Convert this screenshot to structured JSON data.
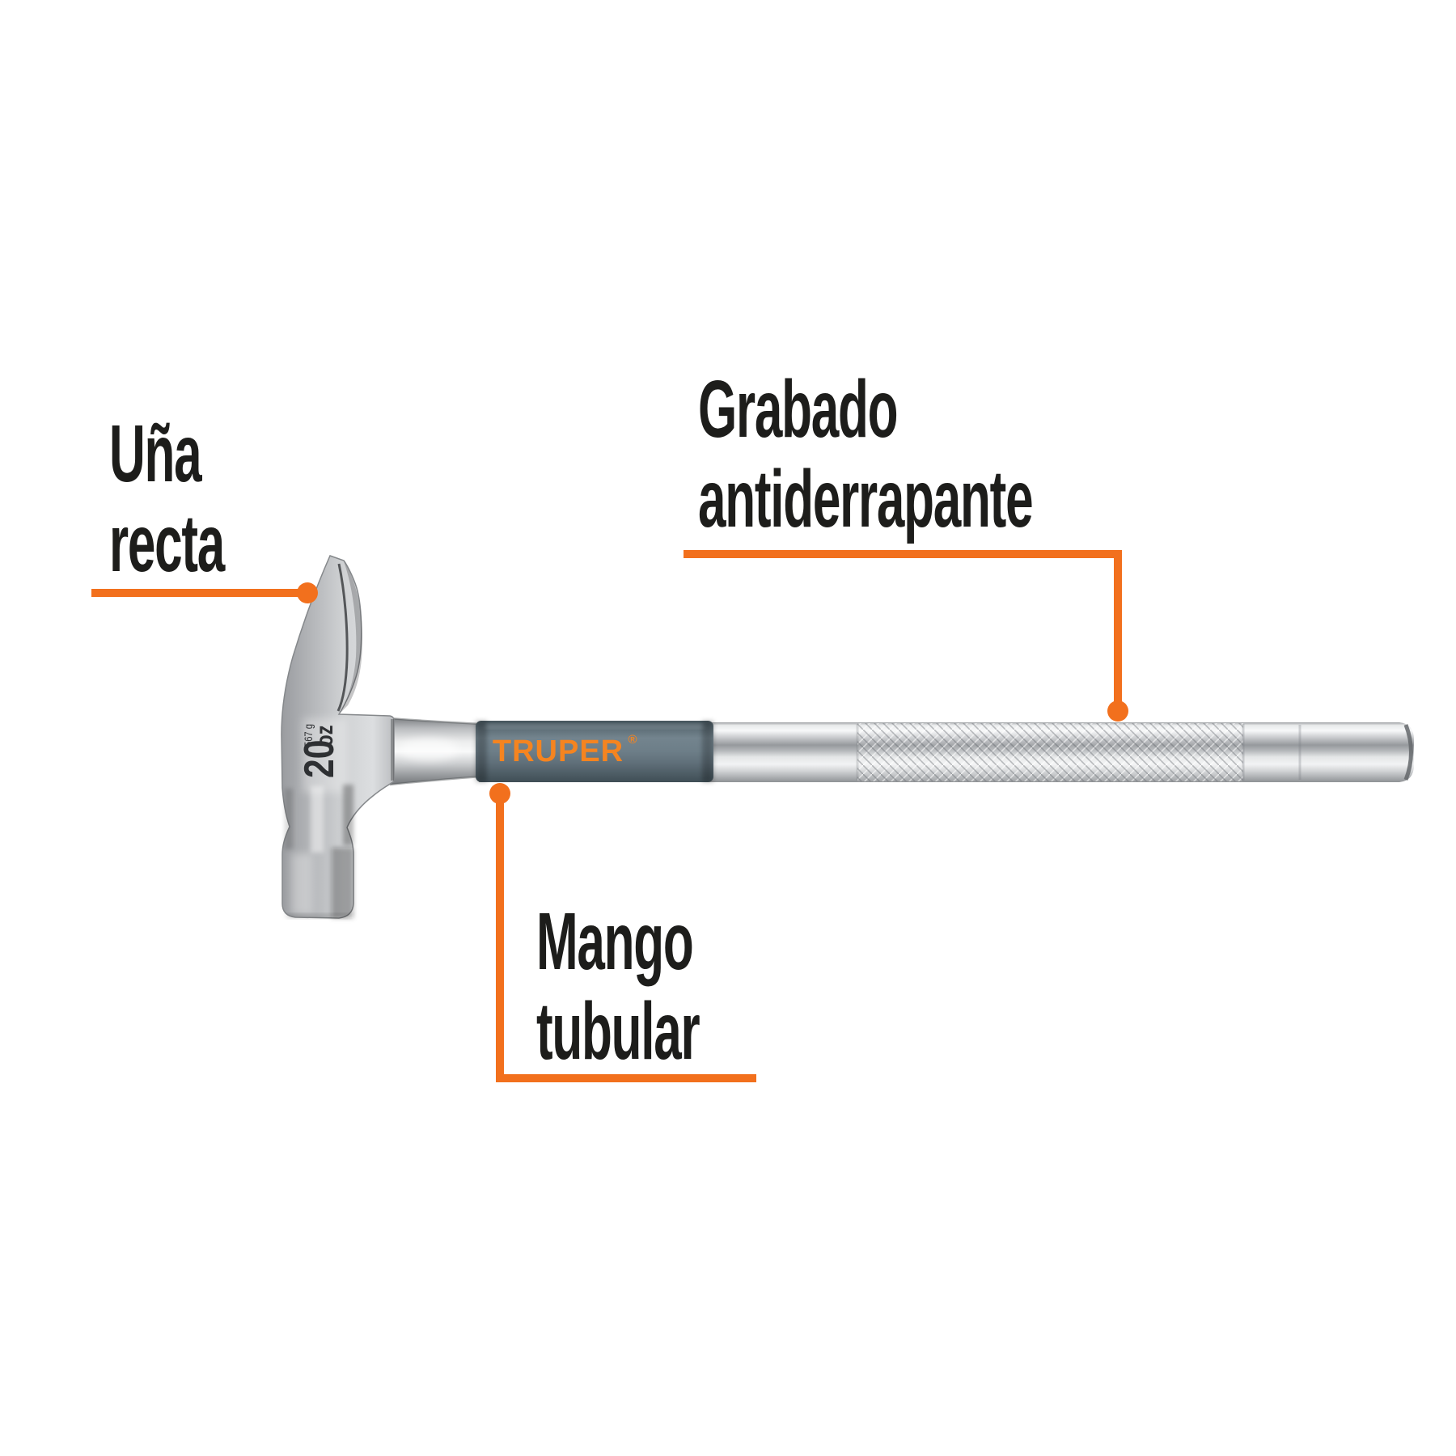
{
  "page": {
    "background": "#ffffff"
  },
  "colors": {
    "accent_orange": "#f2701d",
    "brand_orange": "#f58420",
    "grip_slate": "#5e6e78",
    "label_black": "#1d1d1b"
  },
  "callouts": [
    {
      "id": "una-recta",
      "line1": "Uña",
      "line2": "recta"
    },
    {
      "id": "grabado-antiderrapante",
      "line1": "Grabado",
      "line2": "antiderrapante"
    },
    {
      "id": "mango-tubular",
      "line1": "Mango",
      "line2": "tubular"
    }
  ],
  "hammer": {
    "brand": "TRUPER",
    "trademark": "®",
    "marking": {
      "number": "20",
      "unit": "oz",
      "grams": "567 g"
    }
  }
}
